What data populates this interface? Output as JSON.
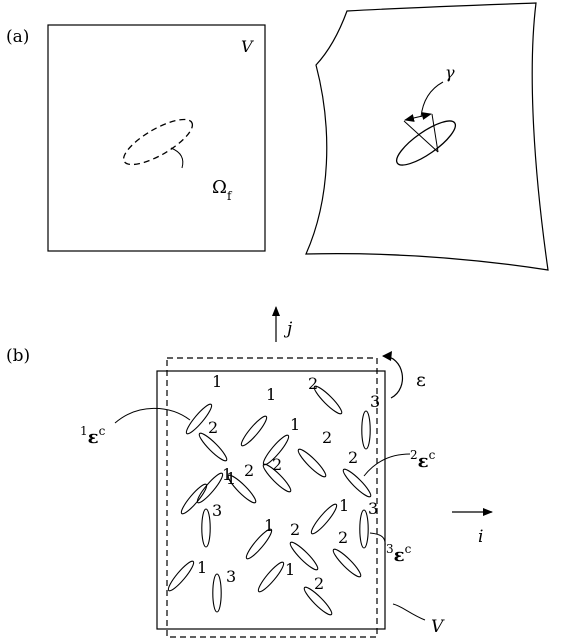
{
  "panel_a": {
    "label": "(a)",
    "volume_label": "V",
    "region_label": "Ω",
    "region_subscript": "f",
    "angle_label": "γ"
  },
  "axes": {
    "j_label": "j",
    "i_label": "i"
  },
  "panel_b": {
    "label": "(b)",
    "strain_label": "ε",
    "volume_label": "V",
    "callouts": [
      {
        "pre": "1",
        "sym": "ε",
        "sup": "c"
      },
      {
        "pre": "2",
        "sym": "ε",
        "sup": "c"
      },
      {
        "pre": "3",
        "sym": "ε",
        "sup": "c"
      }
    ],
    "grains": [
      {
        "variant": "1"
      },
      {
        "variant": "2"
      },
      {
        "variant": "1"
      },
      {
        "variant": "2"
      },
      {
        "variant": "1"
      },
      {
        "variant": "2"
      },
      {
        "variant": "3"
      },
      {
        "variant": "1"
      },
      {
        "variant": "2"
      },
      {
        "variant": "2"
      },
      {
        "variant": "1"
      },
      {
        "variant": "2"
      },
      {
        "variant": "3"
      },
      {
        "variant": "1"
      },
      {
        "variant": "1"
      },
      {
        "variant": "2"
      },
      {
        "variant": "2"
      },
      {
        "variant": "3"
      },
      {
        "variant": "3"
      },
      {
        "variant": "1"
      },
      {
        "variant": "1"
      },
      {
        "variant": "2"
      }
    ]
  }
}
